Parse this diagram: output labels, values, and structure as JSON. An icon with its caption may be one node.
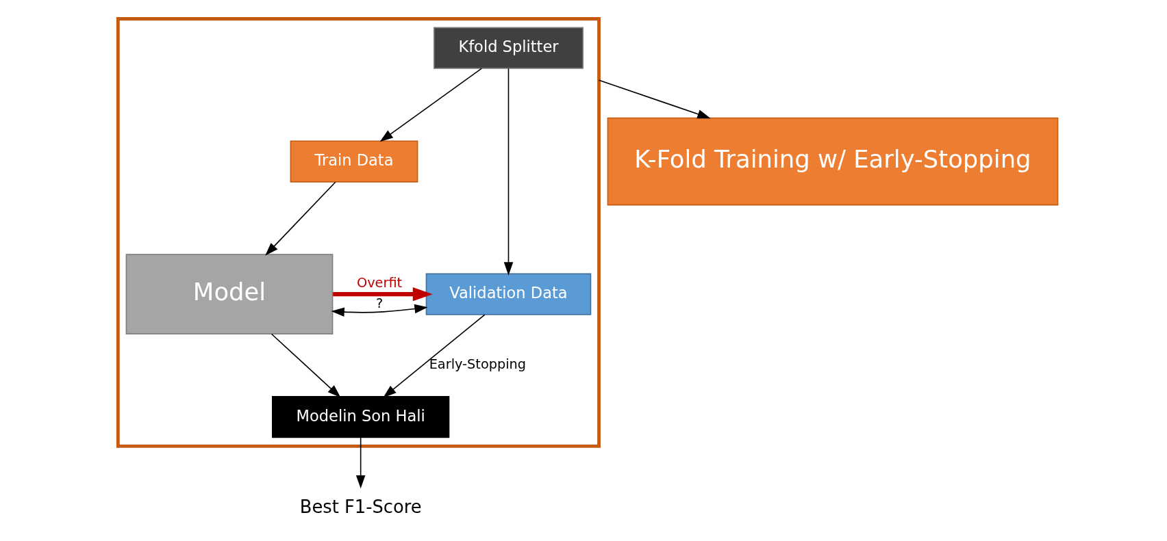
{
  "diagram": {
    "nodes": [
      {
        "text": [],
        "shape": "box"
      },
      {
        "text": [
          "Kfold Splitter"
        ],
        "in": 0
      },
      {
        "text": [
          "Train Data"
        ],
        "in": 0
      },
      {
        "text": [
          "Model"
        ],
        "in": 0
      },
      {
        "text": [
          "Validation Data"
        ],
        "in": 0
      },
      {
        "text": [
          "Modelin Son Hali"
        ],
        "in": 0
      },
      {
        "text": [
          "K-Fold Training w/ Early-Stopping"
        ]
      },
      {
        "text": [
          "Best F1-Score"
        ]
      }
    ],
    "edges": [
      {
        "from": 1,
        "to": 2,
        "arrow": "to"
      },
      {
        "from": 1,
        "to": 4,
        "arrow": "to"
      },
      {
        "from": 2,
        "to": 3,
        "arrow": "to"
      },
      {
        "from": 3,
        "to": 4,
        "arrow": "to",
        "label": "Overfit",
        "style": "thick",
        "color": "#c00000"
      },
      {
        "from": 3,
        "to": 4,
        "arrow": "both",
        "label": "?"
      },
      {
        "from": 3,
        "to": 5,
        "arrow": "to"
      },
      {
        "from": 4,
        "to": 5,
        "arrow": "to",
        "label": "Early-Stopping"
      },
      {
        "from": 0,
        "to": 6,
        "arrow": "to"
      },
      {
        "from": 5,
        "to": 7,
        "arrow": "to"
      }
    ]
  }
}
